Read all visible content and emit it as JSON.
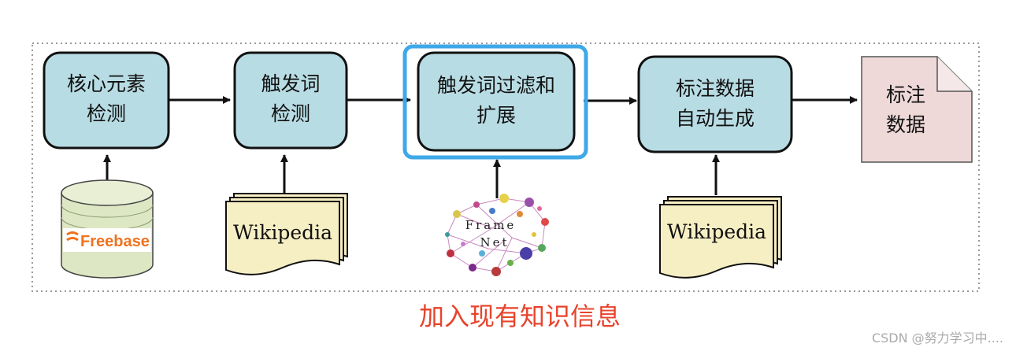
{
  "steps": [
    {
      "line1": "核心元素",
      "line2": "检测"
    },
    {
      "line1": "触发词",
      "line2": "检测"
    },
    {
      "line1": "触发词过滤和",
      "line2": "扩展"
    },
    {
      "line1": "标注数据",
      "line2": "自动生成"
    }
  ],
  "output_doc": {
    "line1": "标注",
    "line2": "数据"
  },
  "sources": {
    "freebase": "Freebase",
    "wikipedia_1": "Wikipedia",
    "framenet_line1": "Frame",
    "framenet_line2": "Net",
    "wikipedia_2": "Wikipedia"
  },
  "caption": "加入现有知识信息",
  "watermark": "CSDN @努力学习中....",
  "colors": {
    "box_fill": "#b8dce4",
    "box_stroke": "#111111",
    "highlight": "#3fa8e8",
    "doc_fill": "#f7efc4",
    "cylinder_fill": "#dde7c4",
    "output_fill": "#eed8d8",
    "caption": "#e8432b"
  }
}
